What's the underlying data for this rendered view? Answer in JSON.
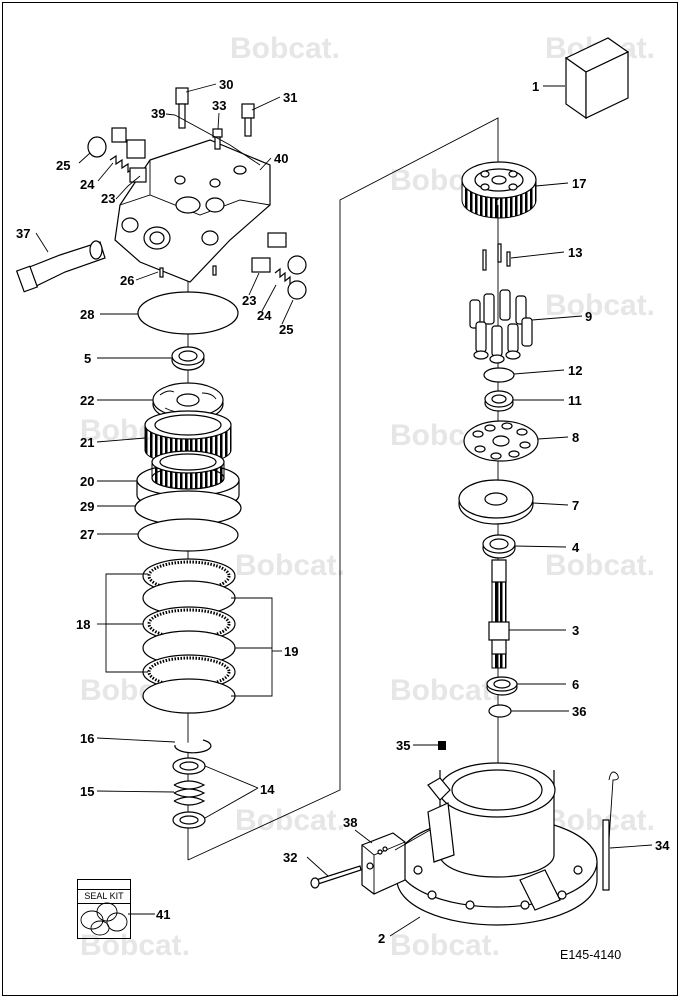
{
  "watermark": "Bobcat.",
  "drawing_code": "E145-4140",
  "seal_kit_label": "SEAL KIT",
  "callouts": [
    "1",
    "2",
    "3",
    "4",
    "5",
    "6",
    "7",
    "8",
    "9",
    "11",
    "12",
    "13",
    "14",
    "15",
    "16",
    "17",
    "18",
    "19",
    "20",
    "21",
    "22",
    "23",
    "23",
    "24",
    "24",
    "25",
    "25",
    "26",
    "27",
    "28",
    "29",
    "30",
    "31",
    "32",
    "33",
    "34",
    "35",
    "36",
    "37",
    "38",
    "39",
    "40",
    "41"
  ]
}
